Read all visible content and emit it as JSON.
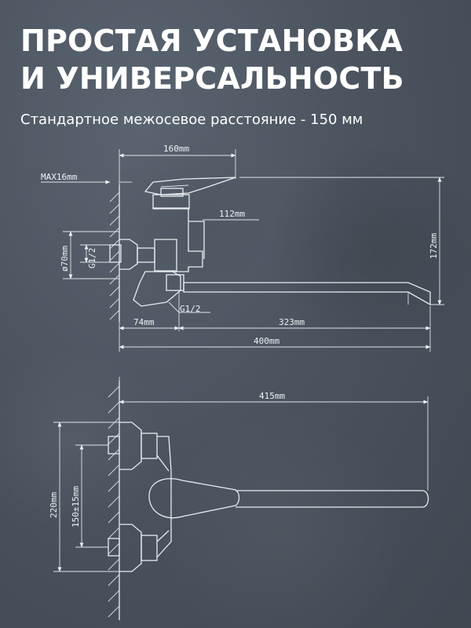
{
  "header": {
    "title_line1": "ПРОСТАЯ УСТАНОВКА",
    "title_line2": "И УНИВЕРСАЛЬНОСТЬ",
    "subtitle": "Стандартное межосевое расстояние - 150 мм"
  },
  "side_view": {
    "dim_160": "160mm",
    "dim_max16": "MAX16mm",
    "dim_112": "112mm",
    "dim_172": "172mm",
    "dim_d70": "ø70mm",
    "dim_g12_vertical": "G1/2",
    "dim_g12_horizontal": "G1/2",
    "dim_74": "74mm",
    "dim_323": "323mm",
    "dim_400": "400mm"
  },
  "top_view": {
    "dim_415": "415mm",
    "dim_220": "220mm",
    "dim_150": "150±15mm"
  },
  "colors": {
    "background": "#4b545f",
    "line": "#e9edf1",
    "text": "#ffffff"
  }
}
